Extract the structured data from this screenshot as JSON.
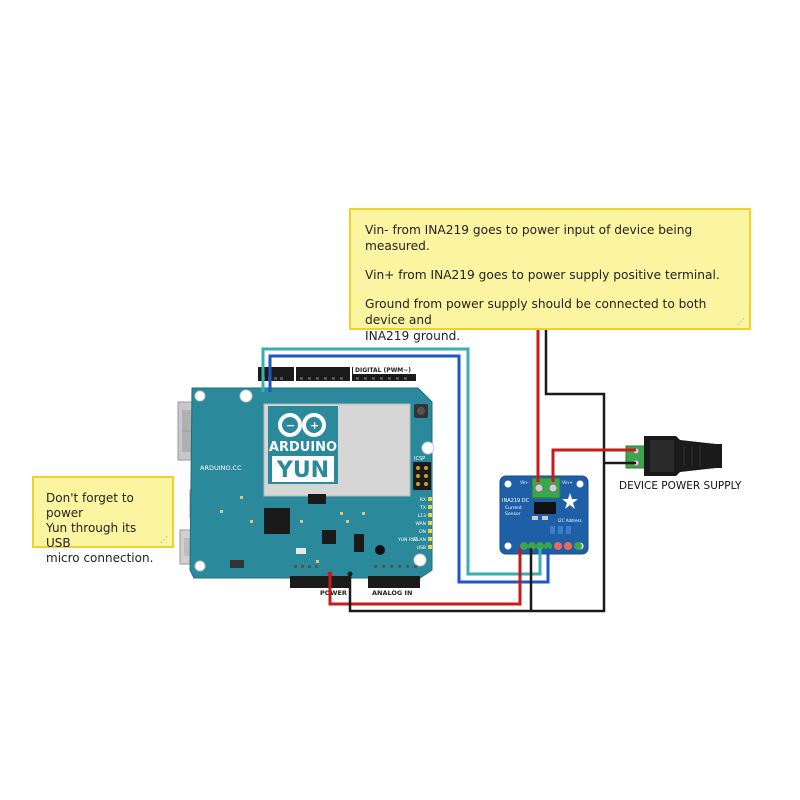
{
  "notes": {
    "main": {
      "line1": "Vin- from INA219 goes to power input of device being measured.",
      "line2": "Vin+ from INA219 goes to power supply positive terminal.",
      "line3": "Ground from power supply should be connected to both device and\nINA219 ground."
    },
    "left": {
      "text": "Don't forget to power\nYun through its USB\nmicro connection."
    }
  },
  "board": {
    "logo_brand": "ARDUINO",
    "logo_model": "YUN",
    "site": "ARDUINO.CC",
    "header_digital": "DIGITAL (PWM~)",
    "header_power": "POWER",
    "header_analog": "ANALOG IN",
    "icsp": "ICSP",
    "leds": [
      "RX",
      "TX",
      "L13",
      "WAN",
      "ON",
      "WLAN",
      "USB"
    ],
    "yun_rst": "YUN RST"
  },
  "sensor": {
    "title": "INA219 DC",
    "subtitle1": "Current",
    "subtitle2": "Sensor",
    "vin_minus": "Vin-",
    "vin_plus": "Vin+",
    "i2c": "I2C Address"
  },
  "power_supply": {
    "label": "DEVICE POWER SUPPLY"
  },
  "colors": {
    "board": "#2a8a9c",
    "sensor": "#1f5fa8",
    "wire_red": "#c91a1a",
    "wire_black": "#1a1a1a",
    "wire_blue": "#1f56c4",
    "wire_teal": "#3aaeb0",
    "note_bg": "#fbf4a0",
    "note_border": "#ecd22a"
  }
}
